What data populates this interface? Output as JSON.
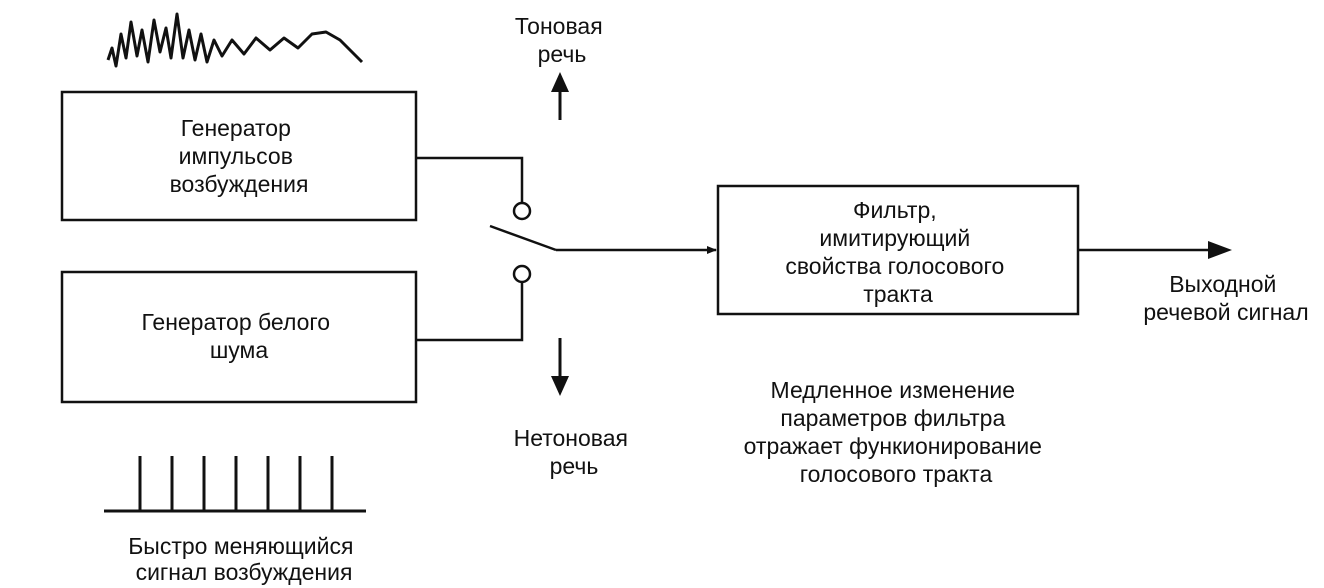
{
  "colors": {
    "ink": "#111111",
    "paper": "#ffffff"
  },
  "blocks": {
    "pulse_generator": [
      "Генератор",
      "импульсов",
      "возбуждения"
    ],
    "noise_generator": [
      "Генератор белого",
      "шума"
    ],
    "filter": [
      "Фильтр,",
      "имитирующий",
      "свойства голосового",
      "тракта"
    ]
  },
  "labels": {
    "voiced": [
      "Тоновая",
      "речь"
    ],
    "unvoiced": [
      "Нетоновая",
      "речь"
    ],
    "output": [
      "Выходной",
      "речевой сигнал"
    ],
    "filter_note": [
      "Медленное изменение",
      "параметров фильтра",
      "отражает функионирование",
      "голосового тракта"
    ],
    "excitation": [
      "Быстро меняющийся",
      "сигнал возбуждения"
    ]
  }
}
